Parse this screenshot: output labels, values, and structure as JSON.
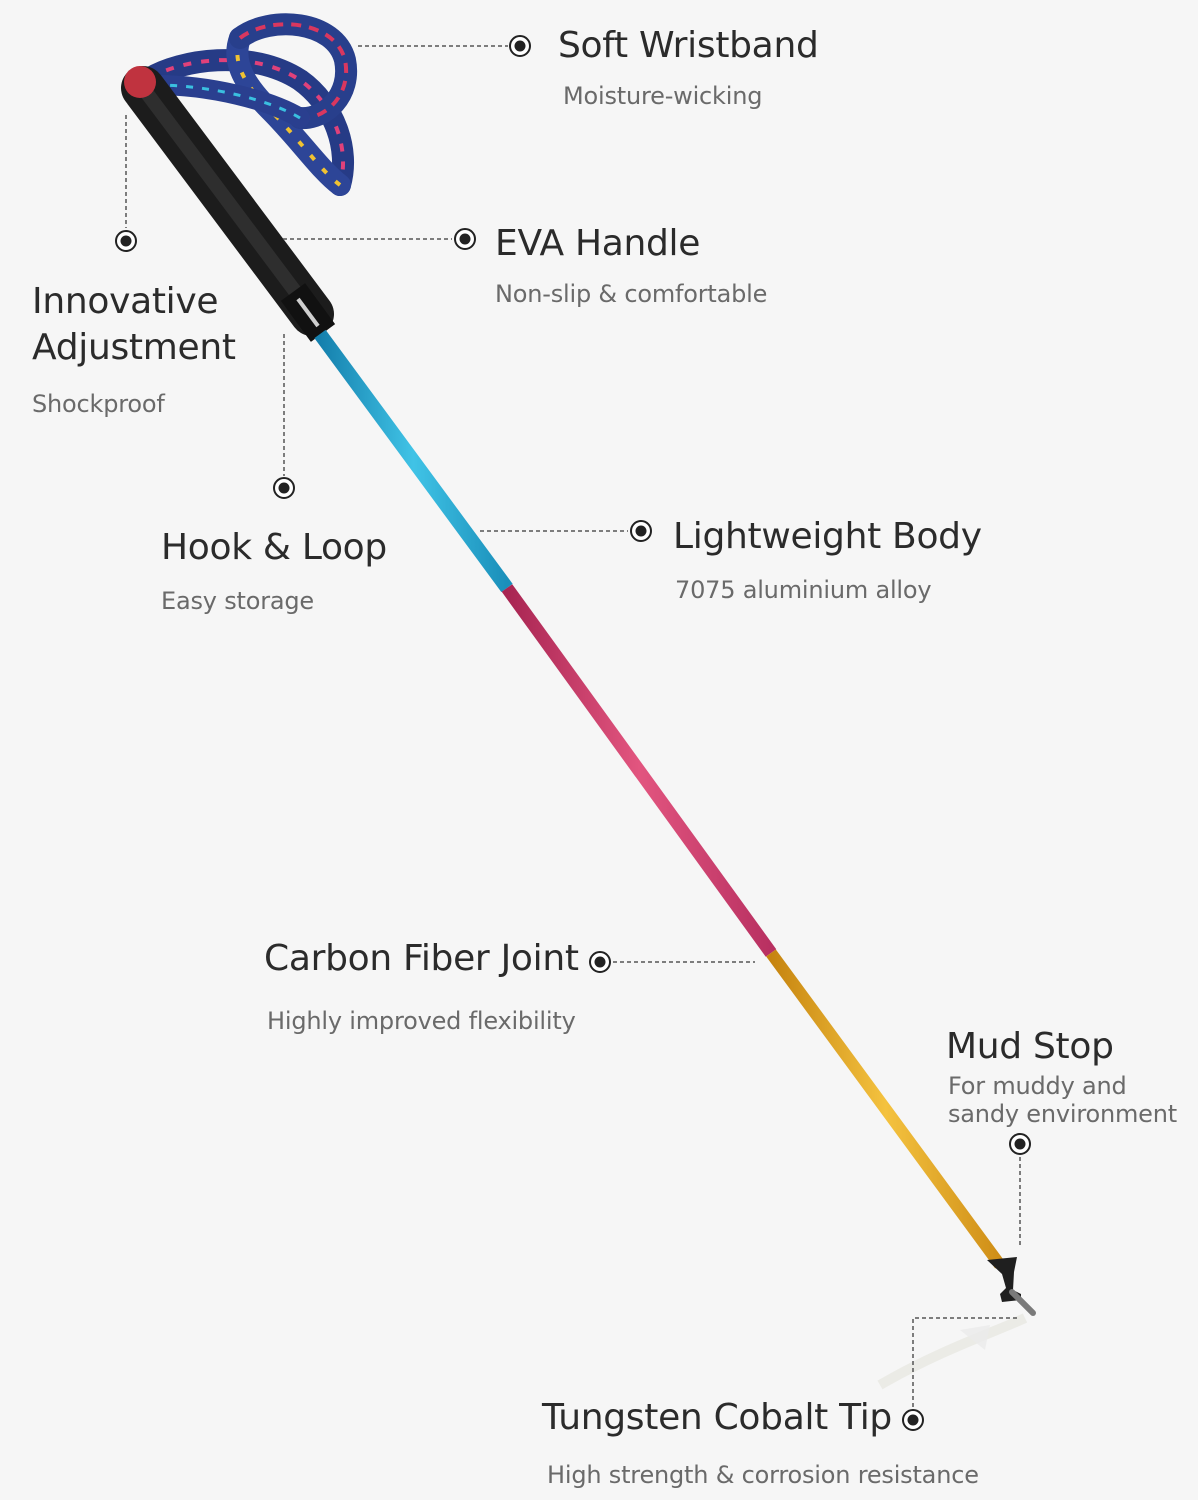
{
  "features": {
    "wristband": {
      "title": "Soft Wristband",
      "subtitle": "Moisture-wicking"
    },
    "handle": {
      "title": "EVA Handle",
      "subtitle": "Non-slip & comfortable"
    },
    "adjustment": {
      "title_line1": "Innovative",
      "title_line2": "Adjustment",
      "subtitle": "Shockproof"
    },
    "hook_loop": {
      "title": "Hook & Loop",
      "subtitle": "Easy storage"
    },
    "body": {
      "title": "Lightweight Body",
      "subtitle": "7075 aluminium alloy"
    },
    "joint": {
      "title": "Carbon Fiber Joint",
      "subtitle": "Highly improved flexibility"
    },
    "mud_stop": {
      "title": "Mud Stop",
      "subtitle_line1": "For muddy and",
      "subtitle_line2": "sandy environment"
    },
    "tip": {
      "title": "Tungsten Cobalt Tip",
      "subtitle": "High strength & corrosion resistance"
    }
  },
  "colors": {
    "upper_shaft": "#1fa6cf",
    "middle_shaft": "#d13d6c",
    "lower_shaft": "#e6a21e",
    "grip": "#1c1c1c",
    "strap": "#2a3f8f"
  }
}
